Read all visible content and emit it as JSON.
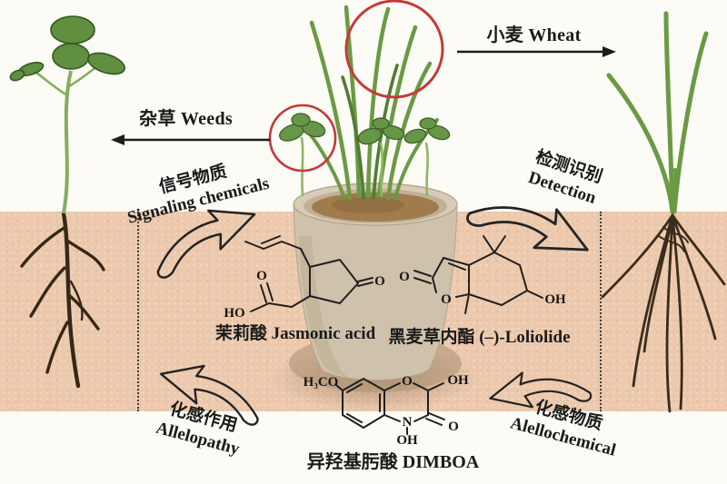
{
  "colors": {
    "background": "#fcfbf5",
    "soil_band": "#ecc9ad",
    "ink": "#1a1a1a",
    "highlight_circle_red": "#c4393b",
    "leaf_green": "#6b9a45",
    "root_brown": "#362a1b",
    "pot_body": "#cfc2ac",
    "pot_soil": "#a07c4c"
  },
  "labels": {
    "wheat": "小麦 Wheat",
    "weeds": "杂草 Weeds",
    "signaling": {
      "zh": "信号物质",
      "en": "Signaling chemicals"
    },
    "detection": {
      "zh": "检测识别",
      "en": "Detection"
    },
    "allelopathy": {
      "zh": "化感作用",
      "en": "Allelopathy"
    },
    "allelochemical": {
      "zh": "化感物质",
      "en": "Alellochemical"
    }
  },
  "compounds": {
    "jasmonic_acid": {
      "caption": "茉莉酸 Jasmonic acid",
      "atoms": {
        "hydroxyl": "HO",
        "carboxyl_oxygen": "O",
        "ketone_oxygen": "O"
      }
    },
    "loliolide": {
      "caption": "黑麦草内酯 (–)-Loliolide",
      "atoms": {
        "carbonyl_oxygen": "O",
        "ring_oxygen": "O",
        "hydroxyl": "OH"
      }
    },
    "dimboa": {
      "caption": "异羟基肟酸 DIMBOA",
      "atoms": {
        "methoxy": "H₃CO",
        "ring_oxygen": "O",
        "hydroxyl": "OH",
        "nitrogen": "N",
        "n_hydroxyl": "OH",
        "carbonyl_oxygen": "O"
      }
    }
  }
}
